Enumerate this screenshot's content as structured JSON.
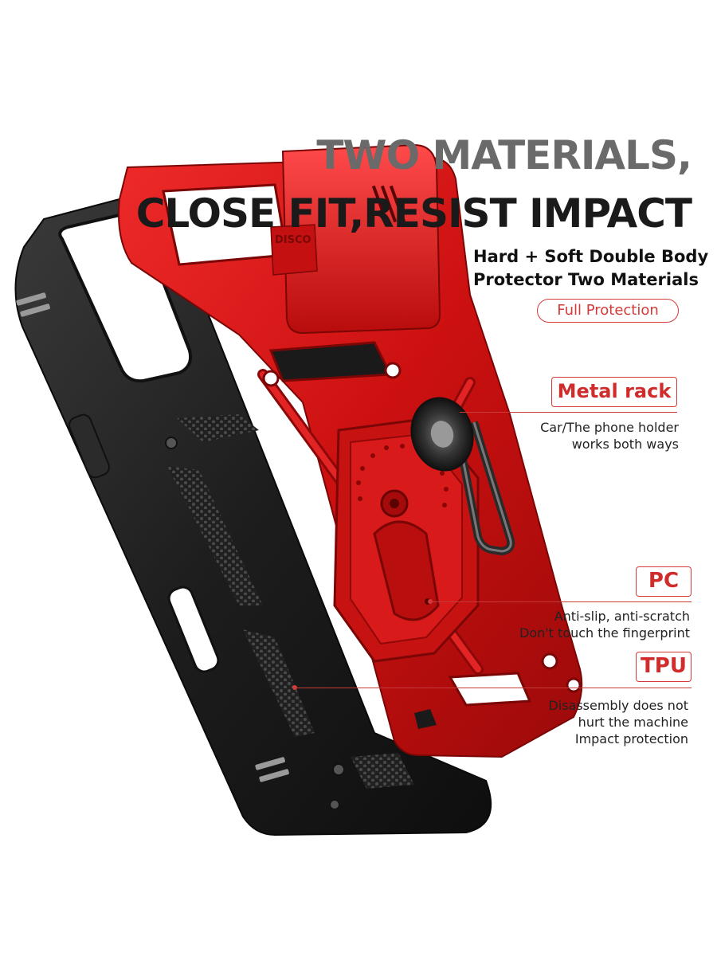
{
  "headline": {
    "line1": "TWO MATERIALS,",
    "line2": "CLOSE FIT,RESIST IMPACT"
  },
  "subheadline": {
    "line1": "Hard + Soft Double Body",
    "line2": "Protector Two Materials"
  },
  "badge": "Full Protection",
  "features": [
    {
      "tag": "Metal rack",
      "lines": [
        "Car/The phone holder",
        "works both ways"
      ]
    },
    {
      "tag": "PC",
      "lines": [
        "Anti-slip, anti-scratch",
        "Don't touch the fingerprint"
      ]
    },
    {
      "tag": "TPU",
      "lines": [
        "Disassembly does not",
        "hurt the machine",
        "Impact protection"
      ]
    }
  ],
  "slider_lettering": "DISCO",
  "colors": {
    "accent": "#d43a3a",
    "frame_red": "#d41414",
    "tpu_black": "#1c1c1c"
  }
}
